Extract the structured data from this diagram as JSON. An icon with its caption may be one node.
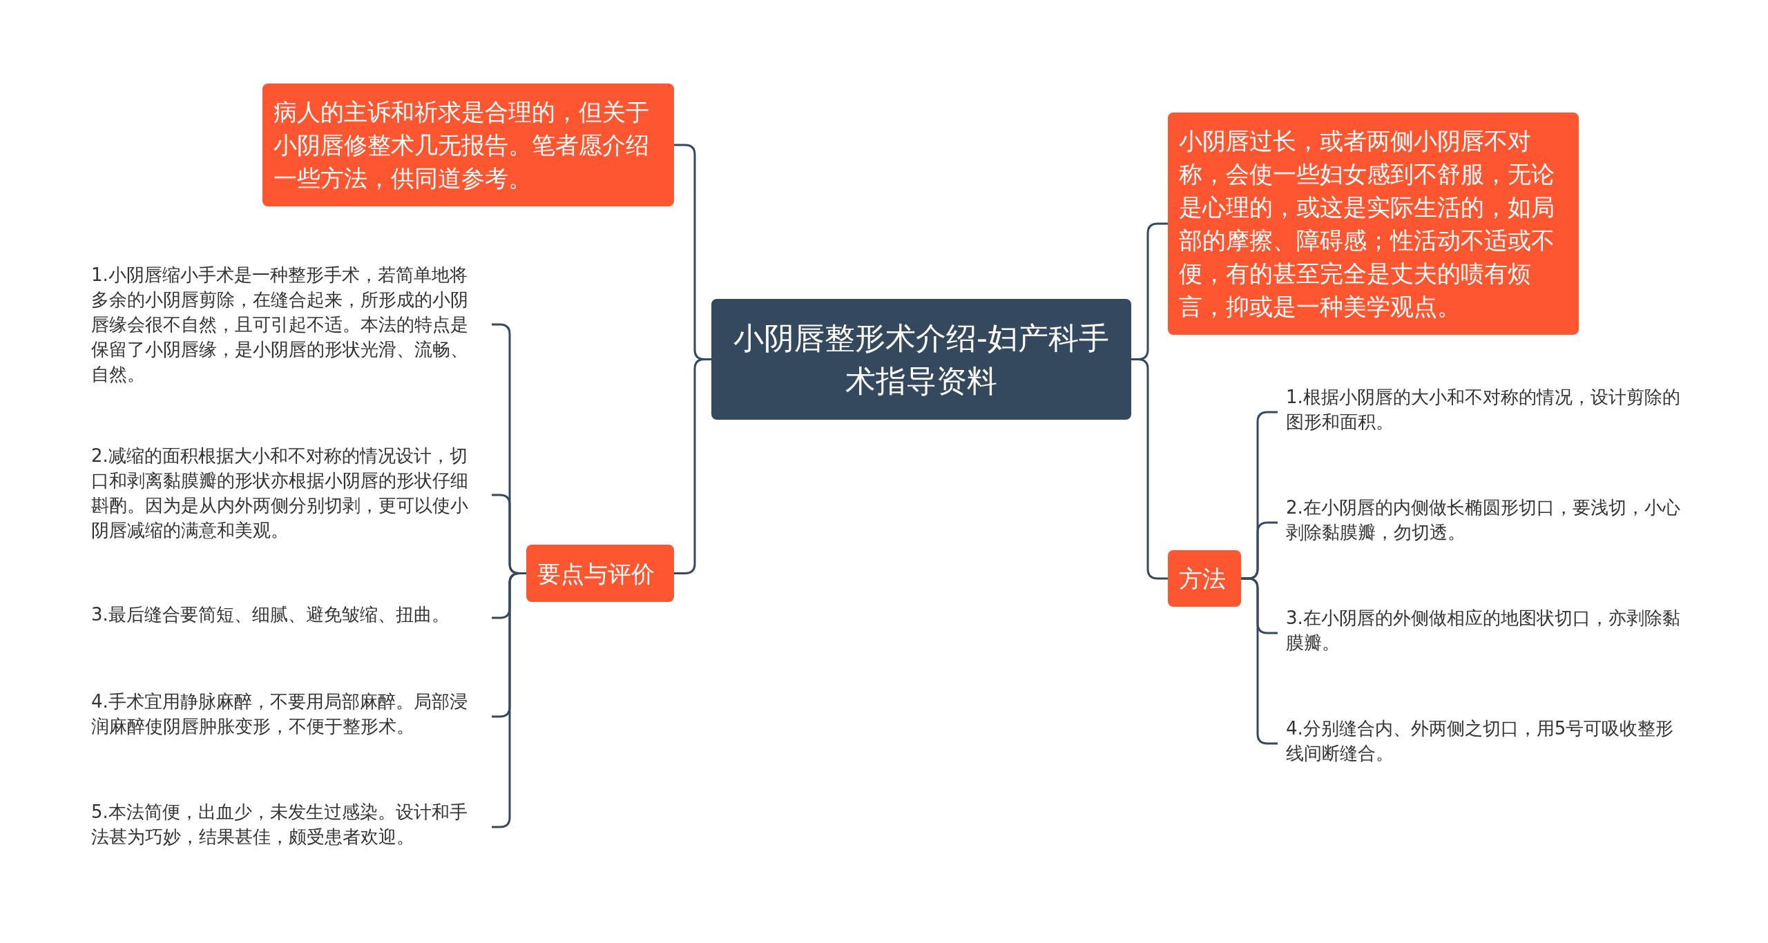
{
  "diagram": {
    "nodes": [
      {
        "text": [
          "小阴唇整形术介绍-妇产科手术指导资料"
        ]
      },
      {
        "text": [
          "病人的主诉和祈求是合理的，但关于小阴唇修整术几无报告。笔者愿介绍一些方法，供同道参考。"
        ]
      },
      {
        "text": [
          "要点与评价"
        ]
      },
      {
        "text": [
          "1.小阴唇缩小手术是一种整形手术，若简单地将多余的小阴唇剪除，在缝合起来，所形成的小阴唇缘会很不自然，且可引起不适。本法的特点是保留了小阴唇缘，是小阴唇的形状光滑、流畅、自然。"
        ]
      },
      {
        "text": [
          "2.减缩的面积根据大小和不对称的情况设计，切口和剥离黏膜瓣的形状亦根据小阴唇的形状仔细斟酌。因为是从内外两侧分别切剥，更可以使小阴唇减缩的满意和美观。"
        ]
      },
      {
        "text": [
          "3.最后缝合要简短、细腻、避免皱缩、扭曲。"
        ]
      },
      {
        "text": [
          "4.手术宜用静脉麻醉，不要用局部麻醉。局部浸润麻醉使阴唇肿胀变形，不便于整形术。"
        ]
      },
      {
        "text": [
          "5.本法简便，出血少，未发生过感染。设计和手法甚为巧妙，结果甚佳，颇受患者欢迎。"
        ]
      },
      {
        "text": [
          "小阴唇过长，或者两侧小阴唇不对称，会使一些妇女感到不舒服，无论是心理的，或这是实际生活的，如局部的摩擦、障碍感；性活动不适或不便，有的甚至完全是丈夫的啧有烦言，抑或是一种美学观点。"
        ]
      },
      {
        "text": [
          "方法"
        ]
      },
      {
        "text": [
          "1.根据小阴唇的大小和不对称的情况，设计剪除的图形和面积。"
        ]
      },
      {
        "text": [
          "2.在小阴唇的内侧做长椭圆形切口，要浅切，小心剥除黏膜瓣，勿切透。"
        ]
      },
      {
        "text": [
          "3.在小阴唇的外侧做相应的地图状切口，亦剥除黏膜瓣。"
        ]
      },
      {
        "text": [
          "4.分别缝合内、外两侧之切口，用5号可吸收整形线间断缝合。"
        ]
      }
    ],
    "edges": [
      {
        "from": 0,
        "to": 1,
        "arrow": "none"
      },
      {
        "from": 0,
        "to": 2,
        "arrow": "none"
      },
      {
        "from": 2,
        "to": 3,
        "arrow": "none"
      },
      {
        "from": 2,
        "to": 4,
        "arrow": "none"
      },
      {
        "from": 2,
        "to": 5,
        "arrow": "none"
      },
      {
        "from": 2,
        "to": 6,
        "arrow": "none"
      },
      {
        "from": 2,
        "to": 7,
        "arrow": "none"
      },
      {
        "from": 0,
        "to": 8,
        "arrow": "none"
      },
      {
        "from": 0,
        "to": 9,
        "arrow": "none"
      },
      {
        "from": 9,
        "to": 10,
        "arrow": "none"
      },
      {
        "from": 9,
        "to": 11,
        "arrow": "none"
      },
      {
        "from": 9,
        "to": 12,
        "arrow": "none"
      },
      {
        "from": 9,
        "to": 13,
        "arrow": "none"
      }
    ]
  }
}
